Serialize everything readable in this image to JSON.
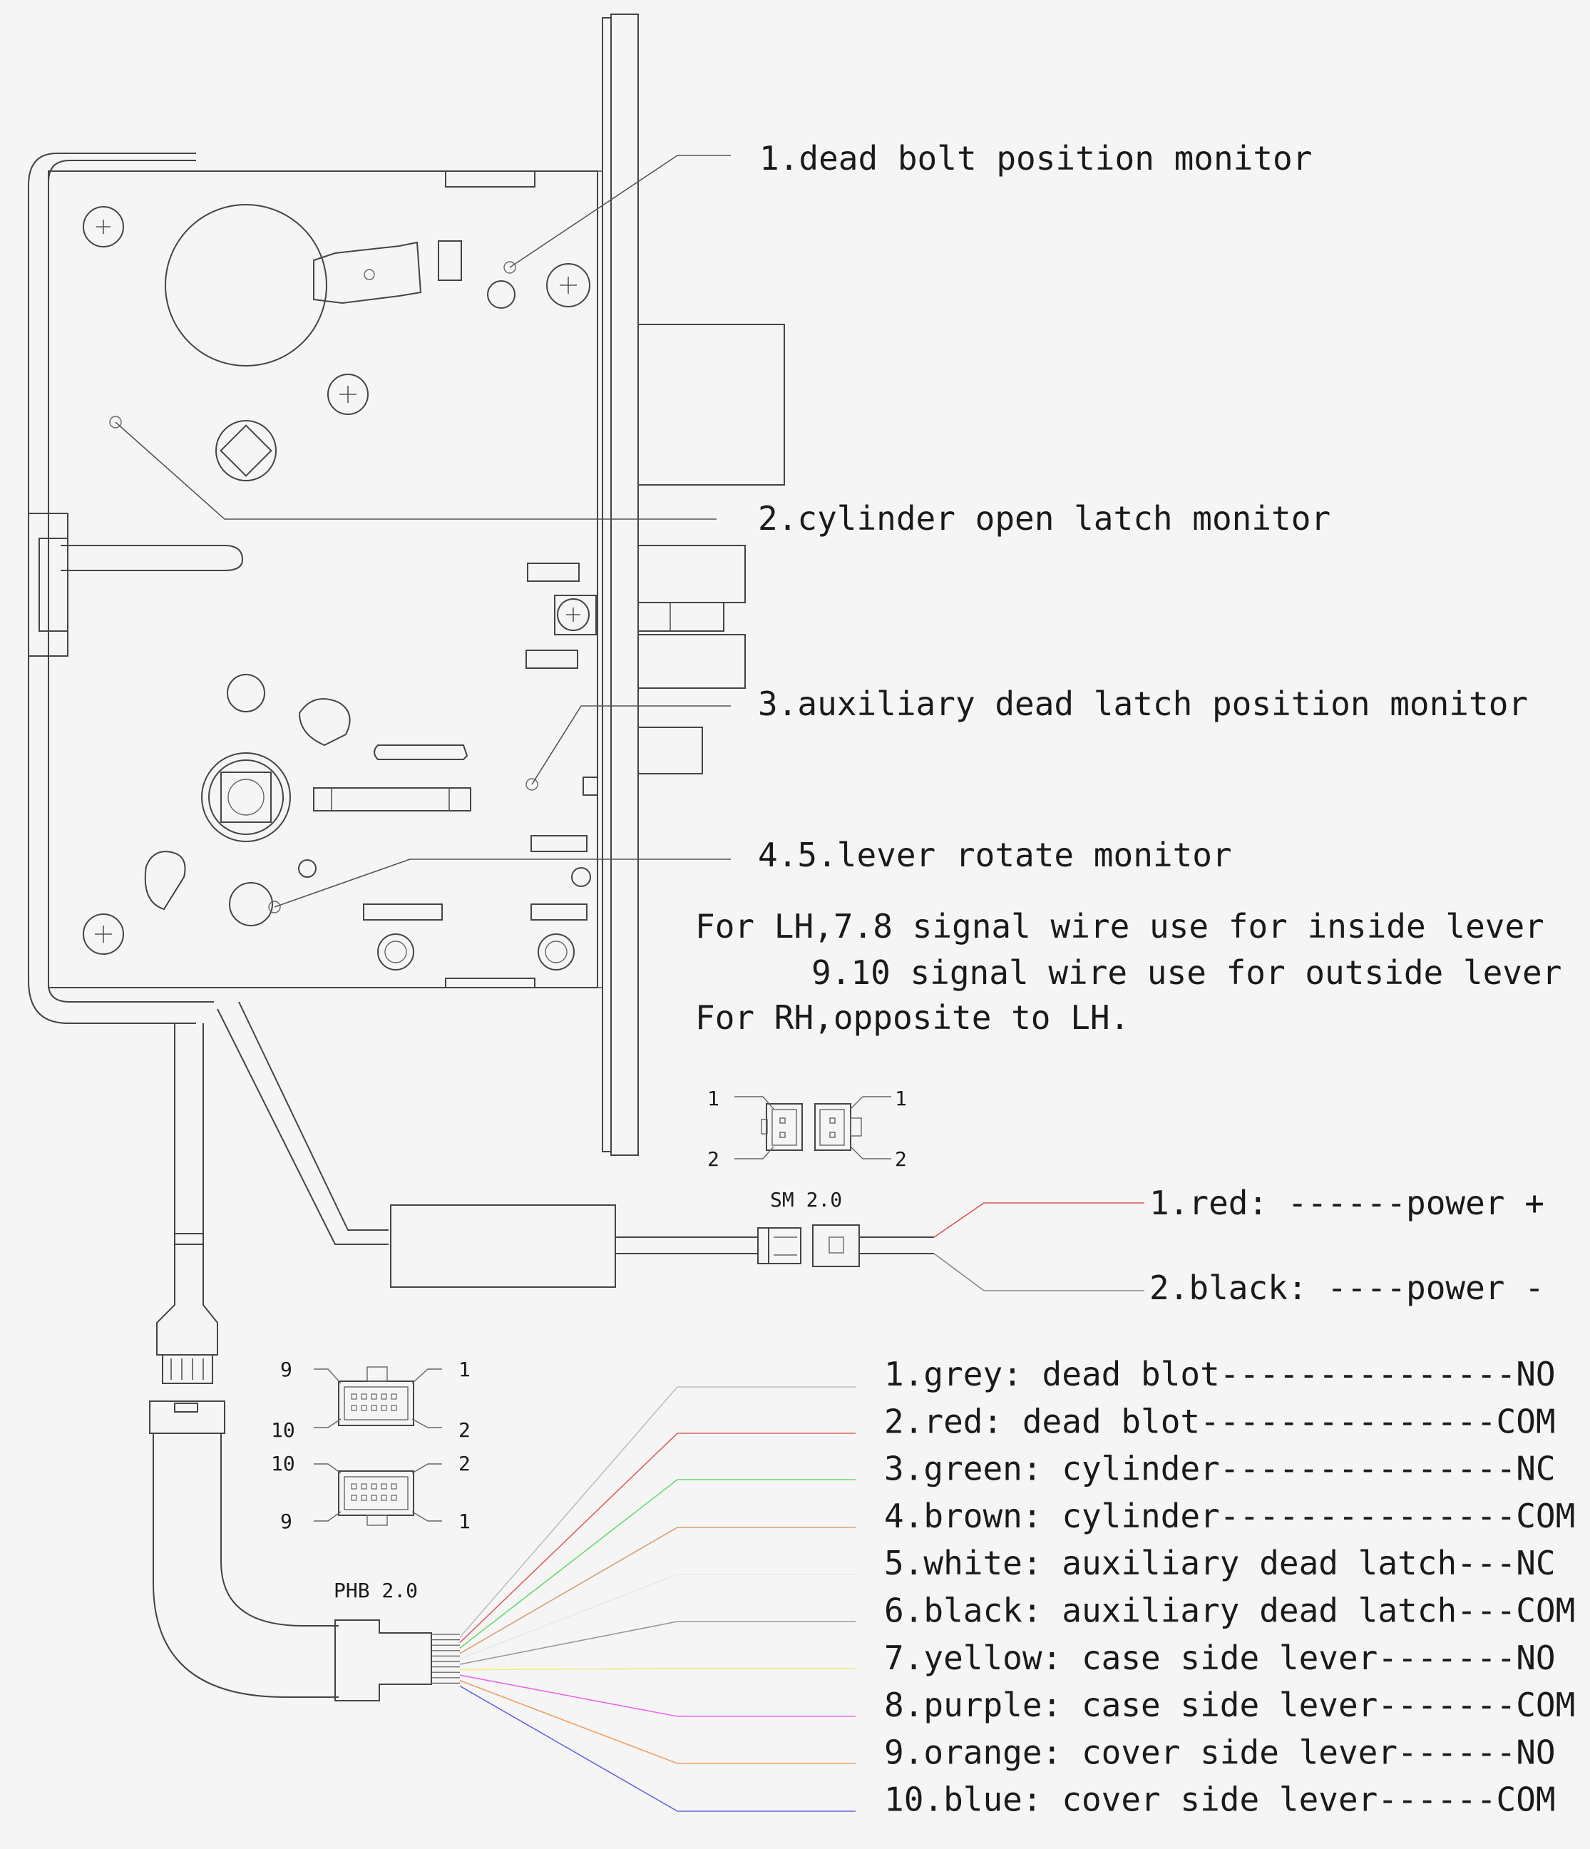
{
  "callouts": {
    "c1": "1.dead bolt position monitor",
    "c2": "2.cylinder open latch monitor",
    "c3": "3.auxiliary dead latch position monitor",
    "c45": "4.5.lever rotate monitor"
  },
  "note": {
    "line1": "For LH,7.8 signal wire use for inside lever",
    "line2": "9.10 signal wire use for outside lever",
    "line3": "For RH,opposite to LH."
  },
  "sm_connector": {
    "label": "SM 2.0",
    "pins": [
      "1",
      "2",
      "1",
      "2"
    ]
  },
  "power_wires": [
    {
      "text": "1.red: ------power +",
      "color": "#d9534f"
    },
    {
      "text": "2.black: ----power -",
      "color": "#888888"
    }
  ],
  "phb_connector": {
    "label": "PHB 2.0",
    "top_pins": [
      "9",
      "1",
      "10",
      "2"
    ],
    "bottom_pins": [
      "10",
      "2",
      "9",
      "1"
    ]
  },
  "signal_wires": [
    {
      "text": "1.grey: dead blot---------------NO",
      "color": "#bdbdbd"
    },
    {
      "text": "2.red:  dead blot---------------COM",
      "color": "#e06060"
    },
    {
      "text": "3.green: cylinder---------------NC",
      "color": "#66dd66"
    },
    {
      "text": "4.brown: cylinder---------------COM",
      "color": "#d9a070"
    },
    {
      "text": "5.white: auxiliary dead latch---NC",
      "color": "#e8e8e8"
    },
    {
      "text": "6.black: auxiliary dead latch---COM",
      "color": "#999999"
    },
    {
      "text": "7.yellow: case side lever-------NO",
      "color": "#eeee88"
    },
    {
      "text": "8.purple: case side lever-------COM",
      "color": "#ee66ee"
    },
    {
      "text": "9.orange: cover side lever------NO",
      "color": "#f0a060"
    },
    {
      "text": "10.blue:  cover side lever------COM",
      "color": "#6666dd"
    }
  ]
}
